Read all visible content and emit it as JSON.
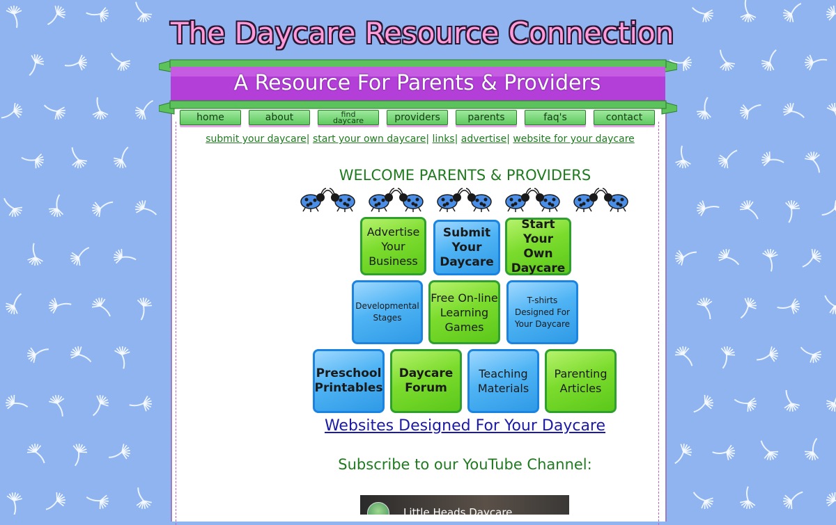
{
  "header": {
    "site_title": "The Daycare Resource Connection",
    "subtitle": "A Resource For Parents & Providers"
  },
  "nav": {
    "tabs": [
      {
        "label": "home"
      },
      {
        "label": "about"
      },
      {
        "label": "find\ndaycare"
      },
      {
        "label": "providers"
      },
      {
        "label": "parents"
      },
      {
        "label": "faq's"
      },
      {
        "label": "contact"
      }
    ]
  },
  "sub_links": [
    "submit your daycare",
    "start your own daycare",
    "links",
    "advertise",
    "website for your daycare"
  ],
  "sub_links_separator": "|",
  "main": {
    "welcome": "WELCOME PARENTS & PROVIDERS",
    "tiles": [
      {
        "label": "Advertise\nYour\nBusiness",
        "color": "green"
      },
      {
        "label": "Submit\nYour\nDaycare",
        "color": "blue"
      },
      {
        "label": "Start\nYour Own\nDaycare",
        "color": "green"
      },
      {
        "label": "Developmental\nStages",
        "color": "blue"
      },
      {
        "label": "Free On-line\nLearning\nGames",
        "color": "green"
      },
      {
        "label": "T-shirts\nDesigned For\nYour Daycare",
        "color": "blue"
      },
      {
        "label": "Preschool\nPrintables",
        "color": "blue"
      },
      {
        "label": "Daycare\nForum",
        "color": "green"
      },
      {
        "label": "Teaching\nMaterials",
        "color": "blue"
      },
      {
        "label": "Parenting\nArticles",
        "color": "green"
      }
    ],
    "website_link": "Websites Designed For Your Daycare",
    "youtube_heading": "Subscribe to our YouTube Channel:",
    "video_title": "Little Heads Daycare"
  },
  "colors": {
    "background": "#8fb4f0",
    "title_pink": "#ff9bd9",
    "ribbon_purple": "#b43fd8",
    "ribbon_green": "#5cc25c",
    "text_green": "#1f7a1f",
    "link_blue": "#1a1aa6"
  },
  "icons": {
    "decoration": "dandelion-seed-icon",
    "bug": "ladybug-icon"
  }
}
